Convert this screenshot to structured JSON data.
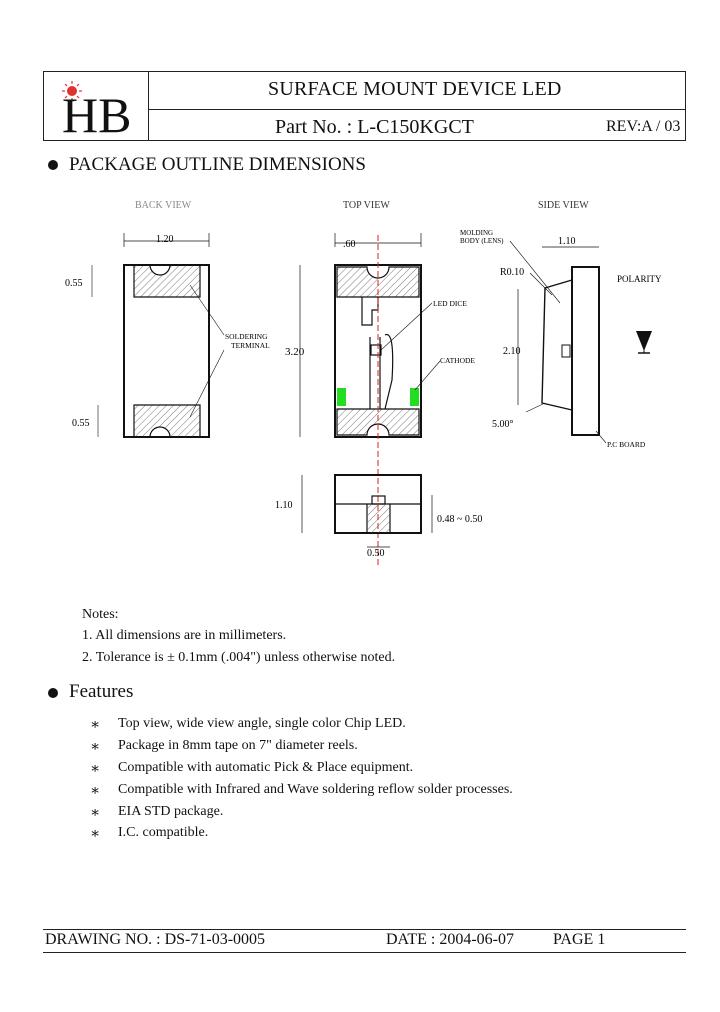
{
  "header": {
    "logo_text": "HB",
    "title": "SURFACE MOUNT DEVICE LED",
    "part_no": "Part No. : L-C150KGCT",
    "revision": "REV:A / 03"
  },
  "section_package": {
    "heading": "PACKAGE OUTLINE DIMENSIONS"
  },
  "drawing": {
    "view_labels": [
      "BACK VIEW",
      "TOP VIEW",
      "SIDE VIEW"
    ],
    "back_view": {
      "width": "1.20",
      "top_pad": "0.55",
      "bottom_pad": "0.55",
      "terminal_label": [
        "SOLDERING",
        "TERMINAL"
      ]
    },
    "top_view": {
      "width": ".60",
      "length": "3.20",
      "led_dice": "LED DICE",
      "cathode": "CATHODE"
    },
    "side_view": {
      "molding": [
        "MOLDING",
        "BODY (LENS)"
      ],
      "width": "1.10",
      "radius": "R0.10",
      "polarity": "POLARITY",
      "height": "2.10",
      "angle": "5.00°",
      "board": "P.C BOARD"
    },
    "end_view": {
      "height": "1.10",
      "thickness": "0.48 ~ 0.50",
      "pad": "0.50"
    },
    "colors": {
      "cathode_mark": "#22dd22",
      "center_line": "#dd2222",
      "logo_dot": "#e03030"
    }
  },
  "notes": {
    "title": "Notes:",
    "items": [
      "1. All dimensions are in millimeters.",
      "2. Tolerance is ± 0.1mm (.004\") unless otherwise noted."
    ]
  },
  "features": {
    "heading": "Features",
    "bullet_symbol": "∗",
    "items": [
      "Top view, wide view angle, single color Chip LED.",
      "Package in 8mm tape on 7\" diameter reels.",
      "Compatible with automatic Pick & Place equipment.",
      "Compatible with Infrared and Wave soldering reflow solder processes.",
      "EIA STD package.",
      "I.C. compatible."
    ]
  },
  "footer": {
    "drawing_no": "DRAWING NO. : DS-71-03-0005",
    "date": "DATE : 2004-06-07",
    "page": "PAGE  1"
  }
}
